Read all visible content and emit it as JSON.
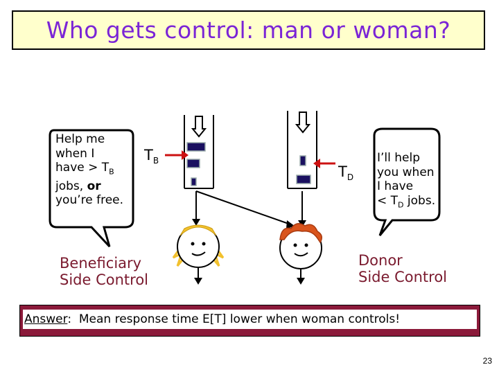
{
  "title": "Who gets control: man or woman?",
  "left_bubble": {
    "line1": "Help me",
    "line2": "when I",
    "line3_prefix": "have > T",
    "line3_sub": "B",
    "line4_prefix": "jobs, ",
    "line4_bold": "or",
    "line5": "you’re free."
  },
  "right_bubble": {
    "line1": "I’ll help",
    "line2": "you when",
    "line3": "I have",
    "line4_prefix": "< T",
    "line4_sub": "D",
    "line4_suffix": " jobs."
  },
  "tb_label": {
    "main": "T",
    "sub": "B"
  },
  "td_label": {
    "main": "T",
    "sub": "D"
  },
  "beneficiary_label": {
    "line1": "Beneficiary",
    "line2": "Side Control"
  },
  "donor_label": {
    "line1": "Donor",
    "line2": "Side Control"
  },
  "answer": {
    "prefix": "Answer",
    "colon": ":",
    "text": "  Mean response time E[T] lower when woman controls!"
  },
  "page_number": "23",
  "colors": {
    "title": "#7a24d6",
    "title_bg": "#ffffcc",
    "label": "#7a1a2e",
    "answer_border": "#8b1a3a",
    "woman_hair": "#f2c12e",
    "man_hair": "#d9541c",
    "job": "#1a1060"
  }
}
